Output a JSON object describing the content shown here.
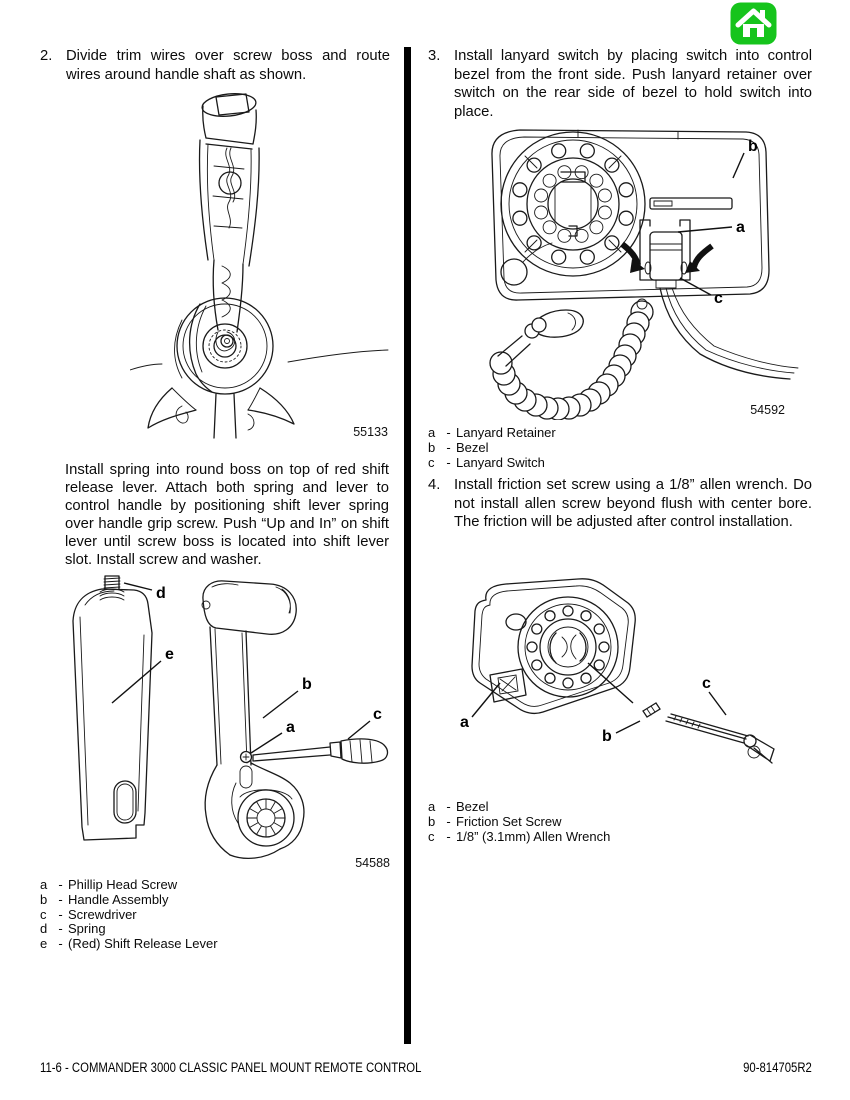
{
  "header": {
    "home_button": {
      "icon": "home-icon",
      "color": "#16c41c"
    }
  },
  "legend_dash": "-",
  "steps": {
    "step2": {
      "num": "2.",
      "text": "Divide trim wires over screw boss and route wires around handle shaft as shown."
    },
    "paragraph": "Install spring into round boss on top of red shift release lever. Attach both spring and lever to control handle by positioning shift lever spring over handle grip screw. Push “Up and In” on shift lever until screw boss is located into shift lever slot. Install screw and washer.",
    "step3": {
      "num": "3.",
      "text": "Install lanyard switch by placing switch into con­trol bezel from the front side. Push lanyard retain­er over switch on the rear side of bezel to hold switch into place."
    },
    "step4": {
      "num": "4.",
      "text": "Install friction set screw using a 1/8” allen wrench. Do not install allen screw beyond flush with cen­ter bore. The friction will be adjusted after control installation."
    }
  },
  "figures": {
    "fig1": {
      "number": "55133"
    },
    "fig2": {
      "number": "54588",
      "callouts": {
        "a": "a",
        "b": "b",
        "c": "c",
        "d": "d",
        "e": "e"
      }
    },
    "fig3": {
      "number": "54592",
      "callouts": {
        "a": "a",
        "b": "b",
        "c": "c"
      }
    },
    "fig4": {
      "callouts": {
        "a": "a",
        "b": "b",
        "c": "c"
      }
    }
  },
  "legends": {
    "fig2": [
      {
        "key": "a",
        "label": "Phillip Head Screw"
      },
      {
        "key": "b",
        "label": "Handle Assembly"
      },
      {
        "key": "c",
        "label": "Screwdriver"
      },
      {
        "key": "d",
        "label": "Spring"
      },
      {
        "key": "e",
        "label": "(Red) Shift Release Lever"
      }
    ],
    "fig3": [
      {
        "key": "a",
        "label": "Lanyard Retainer"
      },
      {
        "key": "b",
        "label": "Bezel"
      },
      {
        "key": "c",
        "label": "Lanyard Switch"
      }
    ],
    "fig4": [
      {
        "key": "a",
        "label": "Bezel"
      },
      {
        "key": "b",
        "label": "Friction Set Screw"
      },
      {
        "key": "c",
        "label": "1/8” (3.1mm) Allen Wrench"
      }
    ]
  },
  "footer": {
    "left": "11-6 - COMMANDER 3000 CLASSIC PANEL MOUNT REMOTE CONTROL",
    "right": "90-814705R2"
  }
}
